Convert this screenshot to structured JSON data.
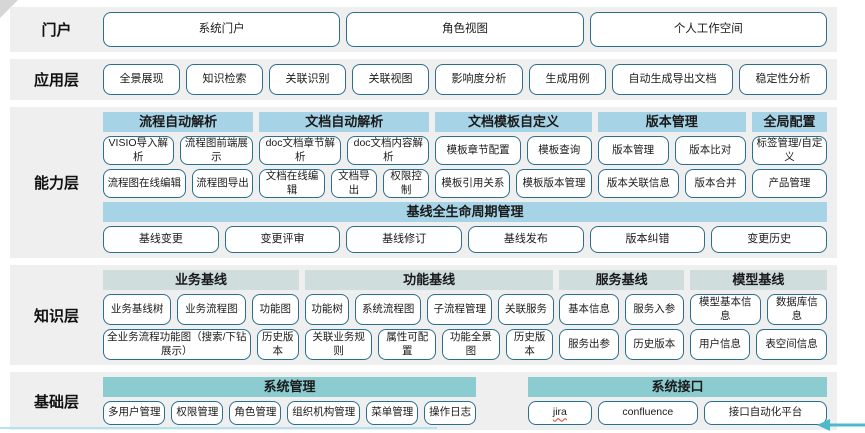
{
  "colors": {
    "band_background": "#efefef",
    "button_background": "#ffffff",
    "button_border": "#2a6f8e",
    "capability_header": "#a6d3e6",
    "knowledge_header": "#cfdddd",
    "foundation_header": "#8bccd0",
    "spellcheck_underline": "#e0402e",
    "bottom_line": "#b5e2ef",
    "arrow": "#4fb9c9",
    "corner_fold": "#d6d6d6"
  },
  "diagram": {
    "bands": [
      {
        "id": "portal",
        "label": "门户",
        "type": "simple",
        "items": [
          "系统门户",
          "角色视图",
          "个人工作空间"
        ]
      },
      {
        "id": "application-layer",
        "label": "应用层",
        "type": "simple",
        "items": [
          "全景展现",
          "知识检索",
          "关联识别",
          "关联视图",
          "影响度分析",
          "生成用例",
          "自动生成导出文档",
          "稳定性分析"
        ]
      },
      {
        "id": "capability-layer",
        "label": "能力层",
        "type": "groups",
        "header_color_key": "capability_header",
        "groups": [
          {
            "title": "流程自动解析",
            "flex": 152,
            "rows": [
              [
                "VISIO导入解析",
                "流程图前端展示"
              ],
              [
                "流程图在线编辑",
                "流程图导出"
              ]
            ]
          },
          {
            "title": "文档自动解析",
            "flex": 172,
            "rows": [
              [
                "doc文档章节解析",
                "doc文档内容解析"
              ],
              [
                "文档在线编辑",
                "文档导出",
                "权限控制"
              ]
            ]
          },
          {
            "title": "文档模板自定义",
            "flex": 158,
            "rows": [
              [
                "模板章节配置",
                "模板查询"
              ],
              [
                "模板引用关系",
                "模板版本管理"
              ]
            ]
          },
          {
            "title": "版本管理",
            "flex": 150,
            "rows": [
              [
                "版本管理",
                "版本比对"
              ],
              [
                "版本关联信息",
                "版本合并"
              ]
            ]
          },
          {
            "title": "全局配置",
            "flex": 76,
            "rows": [
              [
                "标签管理/自定义"
              ],
              [
                "产品管理"
              ]
            ]
          }
        ],
        "footer": {
          "title": "基线全生命周期管理",
          "items": [
            "基线变更",
            "变更评审",
            "基线修订",
            "基线发布",
            "版本纠错",
            "变更历史"
          ]
        }
      },
      {
        "id": "knowledge-layer",
        "label": "知识层",
        "type": "groups",
        "header_color_key": "knowledge_header",
        "groups": [
          {
            "title": "业务基线",
            "flex": 197,
            "rows": [
              [
                "业务基线树",
                "业务流程图",
                "功能图"
              ],
              [
                "全业务流程功能图（搜索/下钻展示）",
                "历史版本"
              ]
            ]
          },
          {
            "title": "功能基线",
            "flex": 250,
            "rows": [
              [
                "功能树",
                "系统流程图",
                "子流程管理",
                "关联服务"
              ],
              [
                "关联业务规则",
                "属性可配置",
                "功能全景图",
                "历史版本"
              ]
            ]
          },
          {
            "title": "服务基线",
            "flex": 125,
            "rows": [
              [
                "基本信息",
                "服务入参"
              ],
              [
                "服务出参",
                "历史版本"
              ]
            ]
          },
          {
            "title": "模型基线",
            "flex": 138,
            "rows": [
              [
                "模型基本信息",
                "数据库信息"
              ],
              [
                "用户信息",
                "表空间信息"
              ]
            ]
          }
        ]
      },
      {
        "id": "foundation-layer",
        "label": "基础层",
        "type": "groups",
        "header_color_key": "foundation_header",
        "groups": [
          {
            "title": "系统管理",
            "flex": 372,
            "rows": [
              [
                "多用户管理",
                "权限管理",
                "角色管理",
                "组织机构管理",
                "菜单管理",
                "操作日志"
              ]
            ]
          },
          {
            "title": "系统接口",
            "flex": 298,
            "margin_left": 46,
            "rows": [
              [
                {
                  "text": "jira",
                  "misspelled": true
                },
                "confluence",
                "接口自动化平台"
              ]
            ]
          }
        ]
      }
    ]
  }
}
